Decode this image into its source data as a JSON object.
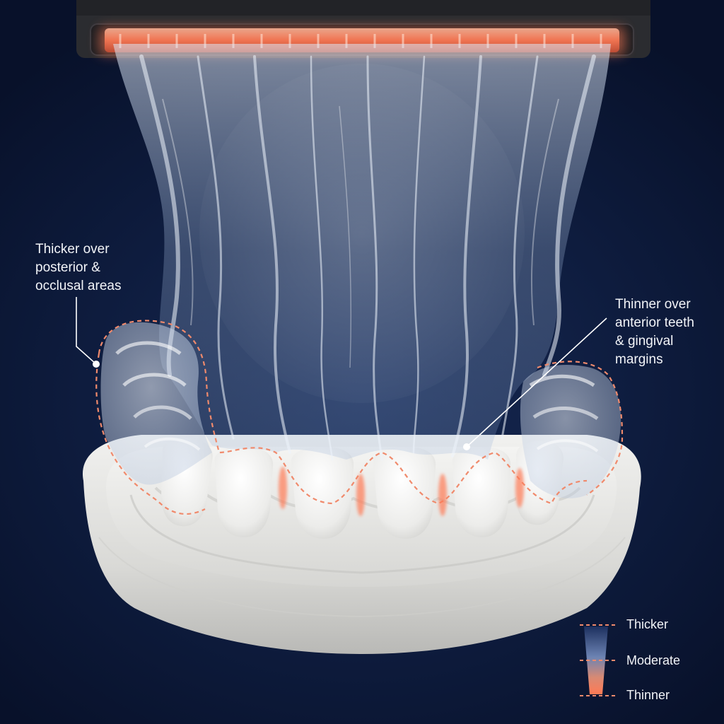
{
  "callouts": {
    "left": "Thicker over\nposterior &\nocclusal areas",
    "right": "Thinner over\nanterior teeth\n& gingival\nmargins"
  },
  "legend": {
    "thicker": "Thicker",
    "moderate": "Moderate",
    "thinner": "Thinner"
  },
  "colors": {
    "background": "#0e1c3e",
    "heater_glow": "#ff8a6a",
    "outline_dashed": "#f08a6c",
    "model_plaster": "#e9e9e7",
    "sheet": "#cfe0f5"
  },
  "icons": [
    "heater-bar",
    "thermoform-sheet",
    "dental-model",
    "thickness-gradient-bar"
  ]
}
